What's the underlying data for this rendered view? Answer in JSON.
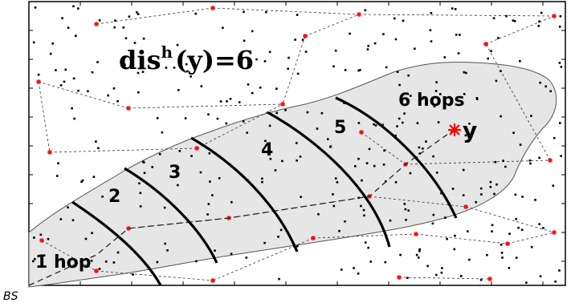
{
  "title": {
    "base": "dis",
    "sup": "h",
    "rest": "(y)=6"
  },
  "hop_labels": [
    "1 hop",
    "2",
    "3",
    "4",
    "5",
    "6 hops"
  ],
  "node_label": "y",
  "origin_label": "BS",
  "colors": {
    "region_fill": "#e6e6e6",
    "relay_marker": "#ff0000",
    "node_marker": "#ff0000",
    "arc": "#000000",
    "dots": "#000000"
  }
}
